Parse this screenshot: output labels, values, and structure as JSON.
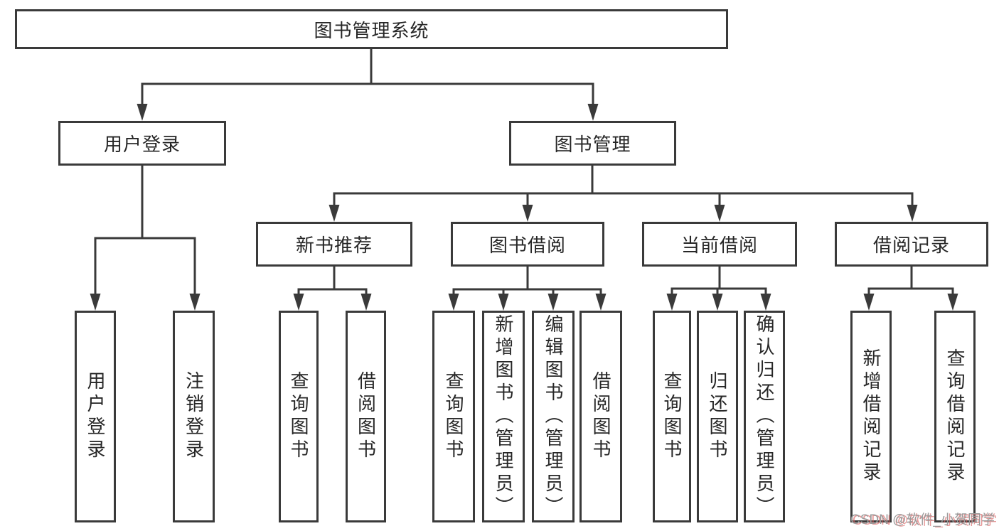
{
  "tree": {
    "root": {
      "label": "图书管理系统"
    },
    "branches": [
      {
        "label": "用户登录",
        "leaves": [
          {
            "label": "用户登录"
          },
          {
            "label": "注销登录"
          }
        ]
      },
      {
        "label": "图书管理",
        "groups": [
          {
            "label": "新书推荐",
            "leaves": [
              {
                "label": "查询图书"
              },
              {
                "label": "借阅图书"
              }
            ]
          },
          {
            "label": "图书借阅",
            "leaves": [
              {
                "label": "查询图书"
              },
              {
                "label": "新增图书（管理员）"
              },
              {
                "label": "编辑图书（管理员）"
              },
              {
                "label": "借阅图书"
              }
            ]
          },
          {
            "label": "当前借阅",
            "leaves": [
              {
                "label": "查询图书"
              },
              {
                "label": "归还图书"
              },
              {
                "label": "确认归还（管理员）"
              }
            ]
          },
          {
            "label": "借阅记录",
            "leaves": [
              {
                "label": "新增借阅记录"
              },
              {
                "label": "查询借阅记录"
              }
            ]
          }
        ]
      }
    ]
  },
  "watermark": {
    "text": "CSDN @软件_小贺同学"
  },
  "colors": {
    "line": "#3a3a3a",
    "box_border": "#3a3a3a",
    "text": "#262626",
    "background": "#ffffff",
    "watermark_gray": "#9a9a9a",
    "watermark_red": "#db6262"
  }
}
